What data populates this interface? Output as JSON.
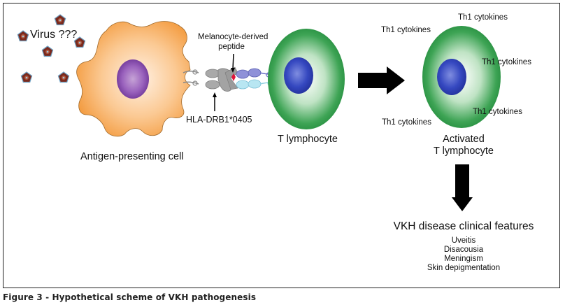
{
  "figure": {
    "caption": "Figure 3 - Hypothetical scheme of VKH pathogenesis",
    "labels": {
      "virus": "Virus ???",
      "peptide_line1": "Melanocyte-derived",
      "peptide_line2": "peptide",
      "hla": "HLA-DRB1*0405",
      "apc": "Antigen-presenting cell",
      "t_lymphocyte": "T lymphocyte",
      "activated_line1": "Activated",
      "activated_line2": "T lymphocyte",
      "cytokines": [
        "Th1 cytokines",
        "Th1 cytokines",
        "Th1 cytokines",
        "Th1 cytokines",
        "Th1 cytokines"
      ],
      "clinical_title": "VKH disease clinical features",
      "clinical_features": [
        "Uveitis",
        "Disacousia",
        "Meningism",
        "Skin depigmentation"
      ]
    },
    "colors": {
      "apc_cell": "#f4a24a",
      "apc_nucleus": "#8a4fb0",
      "t_cell": "#2e9a48",
      "t_nucleus": "#2d3fb0",
      "virus": "#7a2a1e",
      "arrow": "#000000"
    }
  }
}
